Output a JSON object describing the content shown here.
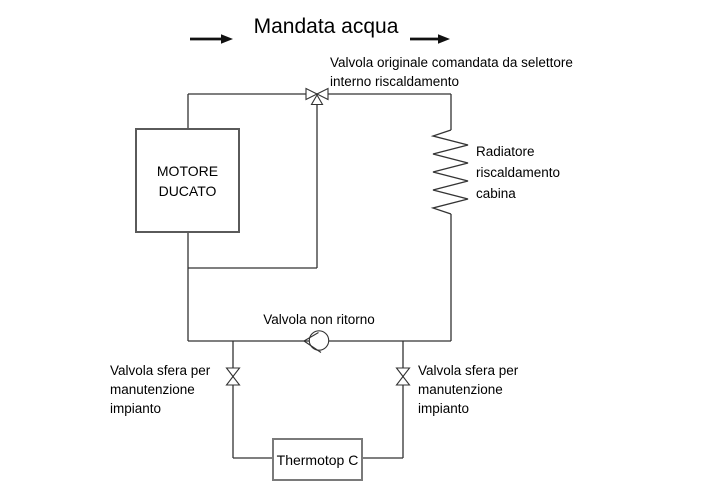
{
  "diagram": {
    "title": "Mandata acqua",
    "labels": {
      "top_valve": "Valvola originale comandata da selettore interno riscaldamento",
      "radiator": "Radiatore riscaldamento cabina",
      "check_valve": "Valvola non ritorno",
      "ball_valve_left": "Valvola sfera per manutenzione impianto",
      "ball_valve_right": "Valvola sfera per manutenzione impianto"
    },
    "components": {
      "engine_box": "MOTORE DUCATO",
      "heater_box": "Thermotop C"
    },
    "icons": [
      {
        "name": "flow-arrow-left",
        "glyph": "filled-right-arrow"
      },
      {
        "name": "flow-arrow-right",
        "glyph": "filled-right-arrow"
      },
      {
        "name": "three-way-valve",
        "glyph": "bowtie-valve-3way"
      },
      {
        "name": "radiator-coil",
        "glyph": "zigzag-coil"
      },
      {
        "name": "check-valve",
        "glyph": "circle-with-arrow"
      },
      {
        "name": "ball-valve-left",
        "glyph": "bowtie-valve-vertical"
      },
      {
        "name": "ball-valve-right",
        "glyph": "bowtie-valve-vertical"
      }
    ],
    "colors": {
      "line": "#333333",
      "box_border": "#5a5a5a",
      "text": "#000000",
      "background": "#ffffff",
      "arrow": "#111111"
    }
  }
}
